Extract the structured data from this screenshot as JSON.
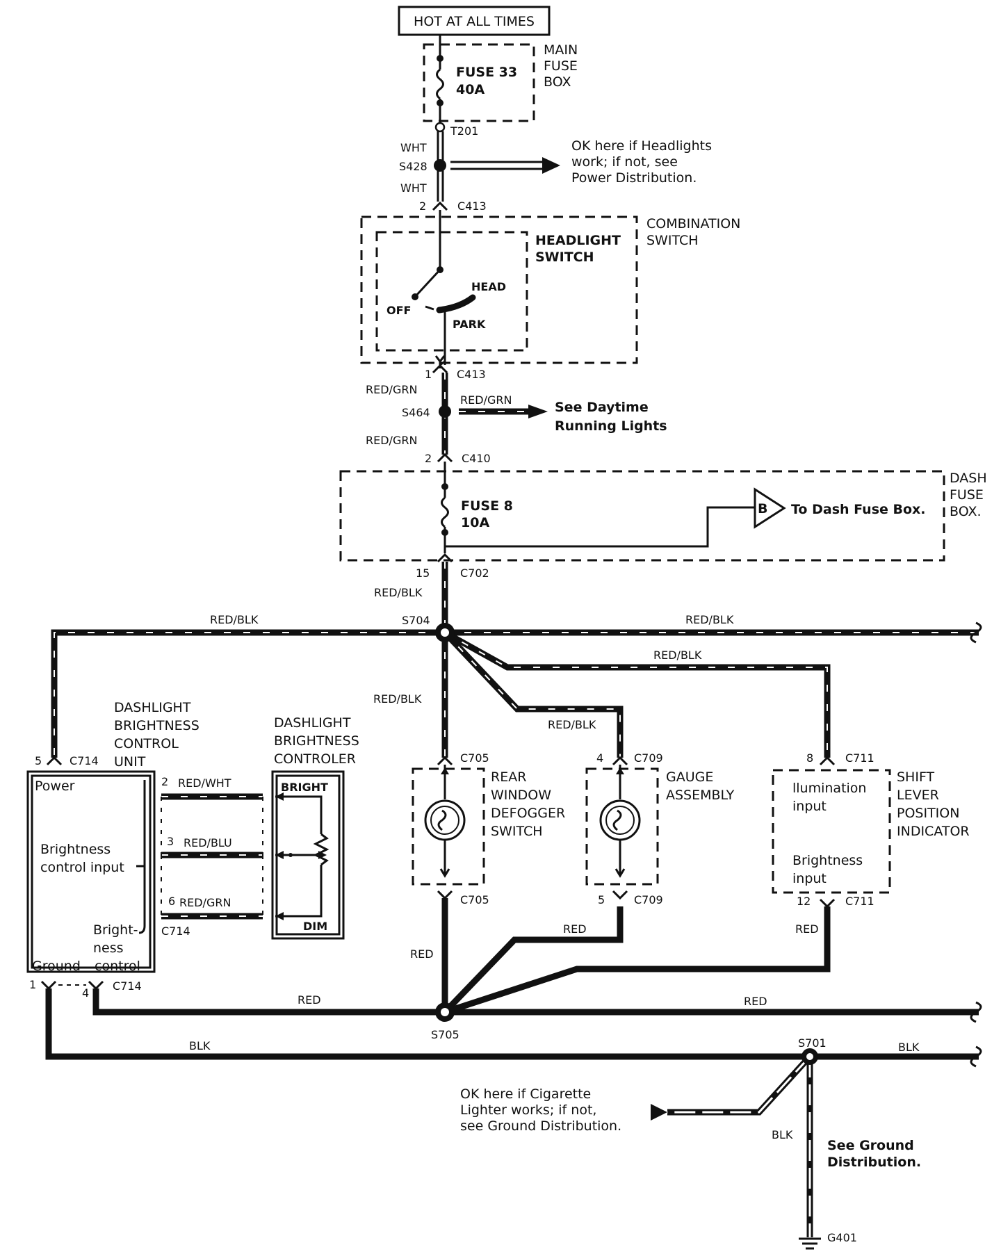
{
  "top": {
    "hot_at_all_times": "HOT AT ALL TIMES"
  },
  "main_fuse_box": {
    "label": [
      "MAIN",
      "FUSE",
      "BOX"
    ],
    "fuse": "FUSE 33",
    "rating": "40A",
    "terminal": "T201"
  },
  "s428": {
    "wire_upper": "WHT",
    "splice": "S428",
    "wire_lower": "WHT",
    "note": [
      "OK here if Headlights",
      "work; if not, see",
      "Power Distribution."
    ]
  },
  "combination_switch": {
    "label": [
      "COMBINATION",
      "SWITCH"
    ],
    "switch_label": [
      "HEADLIGHT",
      "SWITCH"
    ],
    "pos_head": "HEAD",
    "pos_off": "OFF",
    "pos_park": "PARK",
    "conn_in_pin": "2",
    "conn_in": "C413",
    "conn_out_pin": "1",
    "conn_out": "C413"
  },
  "s464": {
    "wire_upper": "RED/GRN",
    "splice": "S464",
    "branch_wire": "RED/GRN",
    "branch_note": [
      "See Daytime",
      "Running Lights"
    ],
    "wire_lower": "RED/GRN"
  },
  "dash_fuse_box": {
    "label": [
      "DASH",
      "FUSE",
      "BOX."
    ],
    "conn_in_pin": "2",
    "conn_in": "C410",
    "fuse": "FUSE 8",
    "rating": "10A",
    "ref_letter": "B",
    "ref_note": "To Dash Fuse Box.",
    "conn_out_pin": "15",
    "conn_out": "C702"
  },
  "s704": {
    "wire_in": "RED/BLK",
    "splice": "S704",
    "wire_left": "RED/BLK",
    "wire_right": "RED/BLK",
    "wire_shift": "RED/BLK",
    "wire_gauge": "RED/BLK",
    "wire_defogger": "RED/BLK"
  },
  "brightness_unit": {
    "label": [
      "DASHLIGHT",
      "BRIGHTNESS",
      "CONTROL",
      "UNIT"
    ],
    "power_pin": "5",
    "power_conn": "C714",
    "power": "Power",
    "brightness_input": [
      "Brightness",
      "control input"
    ],
    "brightness_ctrl": [
      "Bright-",
      "ness"
    ],
    "ground": "Ground",
    "control": "control",
    "ground_pin": "1",
    "ctrl_pin": "4",
    "ctrl_conn": "C714"
  },
  "brightness_controller": {
    "label": [
      "DASHLIGHT",
      "BRIGHTNESS",
      "CONTROLER"
    ],
    "bright": "BRIGHT",
    "dim": "DIM",
    "pin_a": "2",
    "wire_a": "RED/WHT",
    "pin_b": "3",
    "wire_b": "RED/BLU",
    "pin_c": "6",
    "wire_c": "RED/GRN",
    "conn": "C714"
  },
  "defogger": {
    "label": [
      "REAR",
      "WINDOW",
      "DEFOGGER",
      "SWITCH"
    ],
    "conn_top": "C705",
    "conn_bottom": "C705",
    "wire_out": "RED"
  },
  "gauge": {
    "label": [
      "GAUGE",
      "ASSEMBLY"
    ],
    "pin_top": "4",
    "conn_top": "C709",
    "pin_bottom": "5",
    "conn_bottom": "C709",
    "wire_out": "RED"
  },
  "shift_indicator": {
    "label": [
      "SHIFT",
      "LEVER",
      "POSITION",
      "INDICATOR"
    ],
    "pin_top": "8",
    "conn_top": "C711",
    "illum": [
      "llumination",
      "input"
    ],
    "bright": [
      "Brightness",
      "input"
    ],
    "pin_bottom": "12",
    "conn_bottom": "C711",
    "wire_out": "RED"
  },
  "s705": {
    "splice": "S705",
    "wire_left": "RED",
    "wire_right": "RED"
  },
  "ground": {
    "wire_left": "BLK",
    "splice": "S701",
    "wire_right": "BLK",
    "wire_down": "BLK",
    "lighter_note": [
      "OK here if Cigarette",
      "Lighter works; if not,",
      "see Ground Distribution."
    ],
    "see_ground": [
      "See Ground",
      "Distribution."
    ],
    "ground_point": "G401"
  }
}
